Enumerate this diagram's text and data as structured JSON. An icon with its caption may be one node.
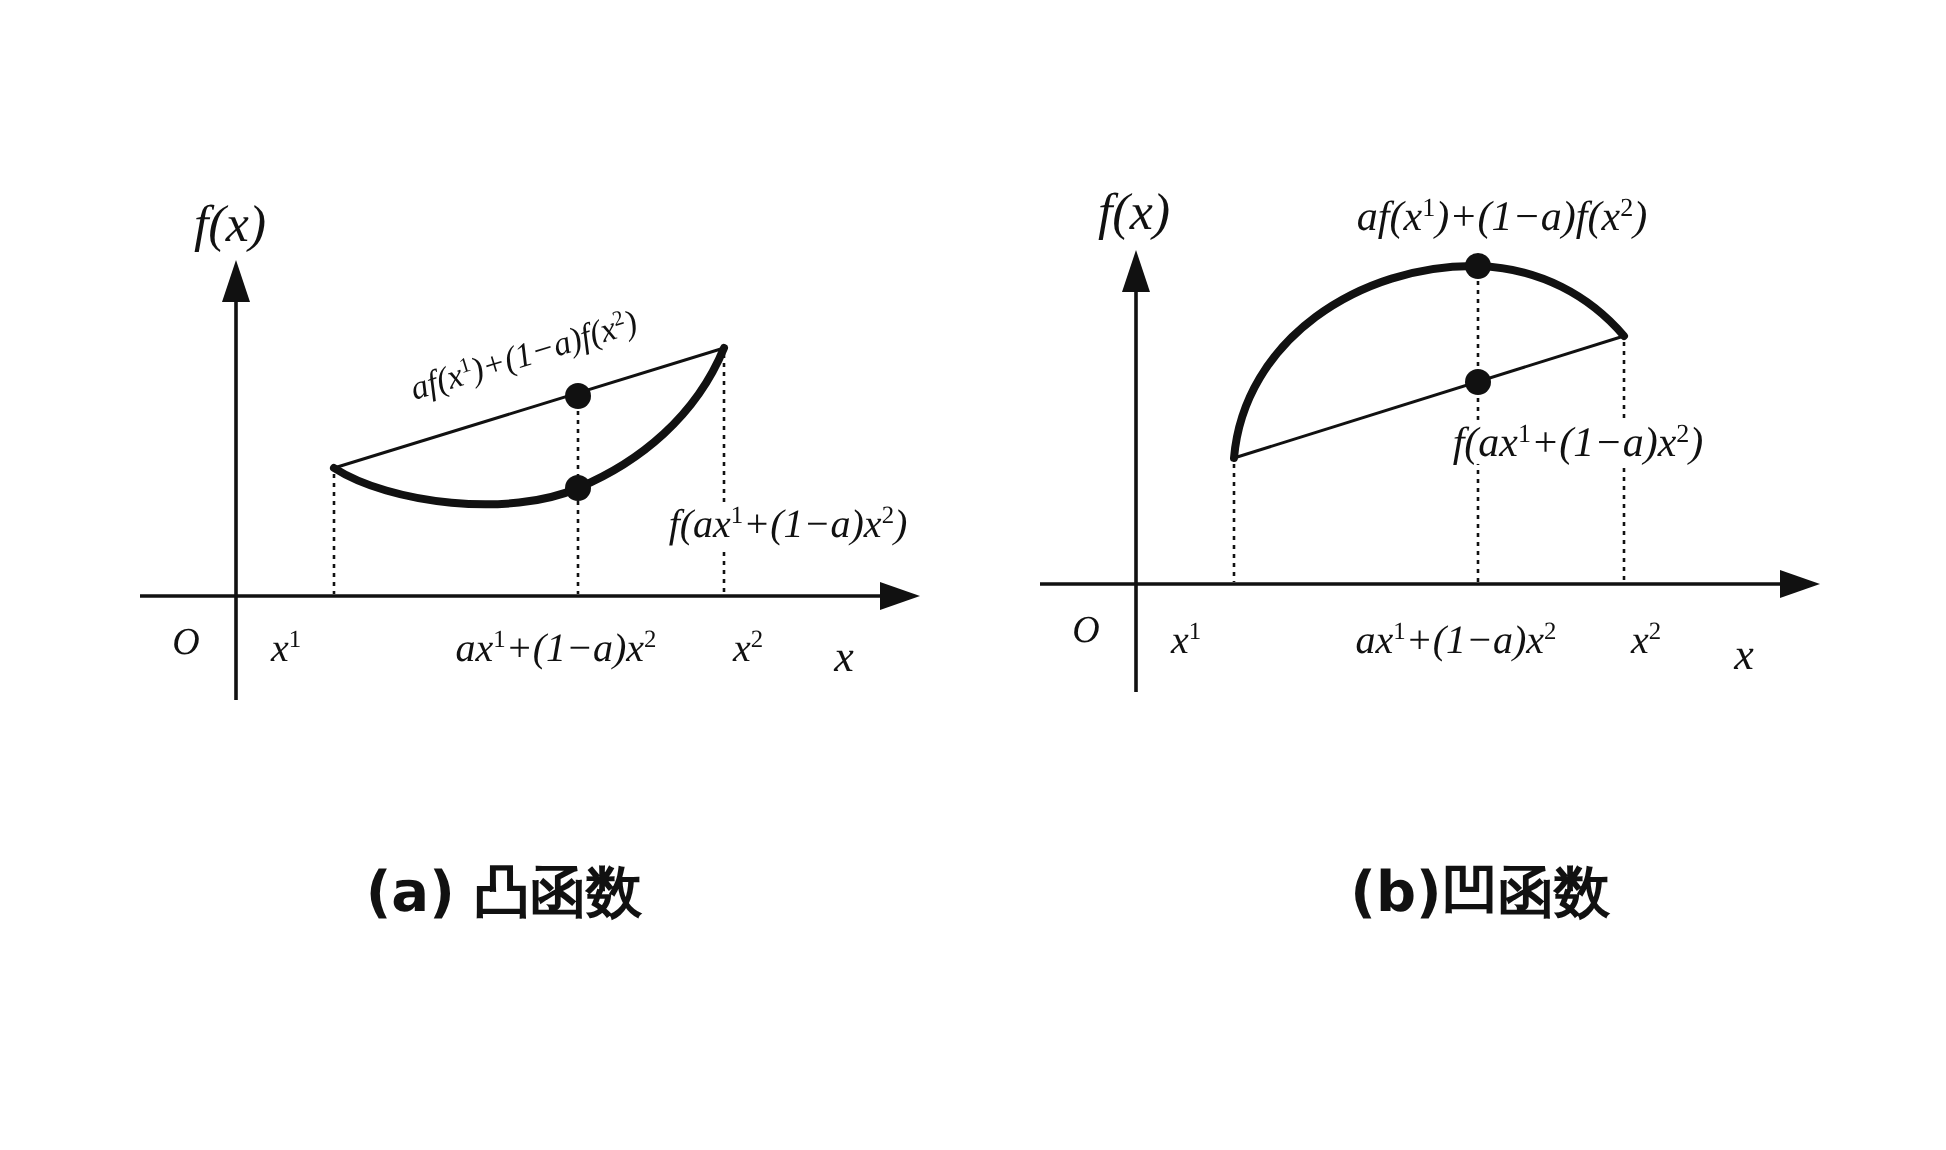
{
  "diagram": {
    "labels": [
      "f(x)",
      "af(x$^{1}$)+(1−a)f(x$^{2}$)",
      "f(ax$^{1}$+(1−a)x$^{2}$)",
      "O",
      "x$^{1}$",
      "ax$^{1}$+(1−a)x$^{2}$",
      "x$^{2}$",
      "x",
      "f(x)",
      "af(x$^{1}$)+(1−a)f(x$^{2}$)",
      "f(ax$^{1}$+(1−a)x$^{2}$)",
      "O",
      "x$^{1}$",
      "ax$^{1}$+(1−a)x$^{2}$",
      "x$^{2}$",
      "x",
      "(a) 凸函数",
      "(b)凹函数"
    ]
  }
}
